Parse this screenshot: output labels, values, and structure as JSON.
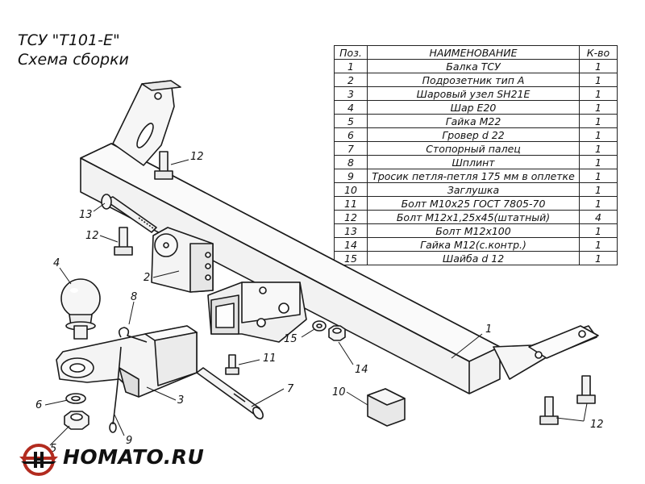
{
  "title": {
    "line1": "ТСУ \"Т101-Е\"",
    "line2": "Схема сборки"
  },
  "table": {
    "headers": {
      "pos": "Поз.",
      "name": "НАИМЕНОВАНИЕ",
      "qty": "К-во"
    },
    "rows": [
      {
        "pos": "1",
        "name": "Балка ТСУ",
        "qty": "1"
      },
      {
        "pos": "2",
        "name": "Подрозетник тип А",
        "qty": "1"
      },
      {
        "pos": "3",
        "name": "Шаровый узел SH21E",
        "qty": "1"
      },
      {
        "pos": "4",
        "name": "Шар Е20",
        "qty": "1"
      },
      {
        "pos": "5",
        "name": "Гайка М22",
        "qty": "1"
      },
      {
        "pos": "6",
        "name": "Гровер d 22",
        "qty": "1"
      },
      {
        "pos": "7",
        "name": "Стопорный палец",
        "qty": "1"
      },
      {
        "pos": "8",
        "name": "Шплинт",
        "qty": "1"
      },
      {
        "pos": "9",
        "name": "Тросик петля-петля 175 мм в оплетке",
        "qty": "1"
      },
      {
        "pos": "10",
        "name": "Заглушка",
        "qty": "1"
      },
      {
        "pos": "11",
        "name": "Болт М10х25 ГОСТ 7805-70",
        "qty": "1"
      },
      {
        "pos": "12",
        "name": "Болт М12х1,25х45(штатный)",
        "qty": "4"
      },
      {
        "pos": "13",
        "name": "Болт М12х100",
        "qty": "1"
      },
      {
        "pos": "14",
        "name": "Гайка М12(с.контр.)",
        "qty": "1"
      },
      {
        "pos": "15",
        "name": "Шайба d 12",
        "qty": "1"
      }
    ]
  },
  "callouts": {
    "c1": "1",
    "c2": "2",
    "c3": "3",
    "c4": "4",
    "c5": "5",
    "c6": "6",
    "c7": "7",
    "c8": "8",
    "c9": "9",
    "c10": "10",
    "c11": "11",
    "c12a": "12",
    "c12b": "12",
    "c12c": "12",
    "c13": "13",
    "c14": "14",
    "c15": "15"
  },
  "logo": {
    "text": "HOMATO.RU",
    "icon": "brand-wing-logo-icon"
  }
}
